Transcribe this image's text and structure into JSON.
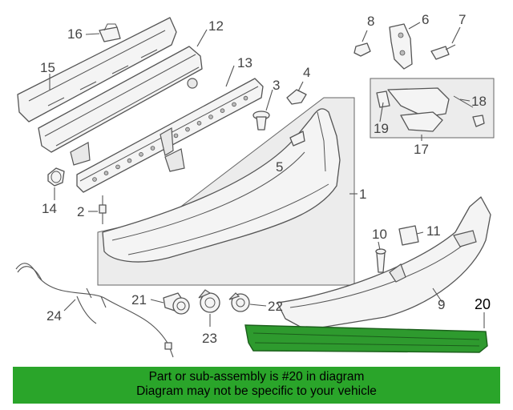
{
  "diagram": {
    "callouts": [
      {
        "id": "c1",
        "text": "1"
      },
      {
        "id": "c2",
        "text": "2"
      },
      {
        "id": "c3",
        "text": "3"
      },
      {
        "id": "c4",
        "text": "4"
      },
      {
        "id": "c5",
        "text": "5"
      },
      {
        "id": "c6",
        "text": "6"
      },
      {
        "id": "c7",
        "text": "7"
      },
      {
        "id": "c8",
        "text": "8"
      },
      {
        "id": "c9",
        "text": "9"
      },
      {
        "id": "c10",
        "text": "10"
      },
      {
        "id": "c11",
        "text": "11"
      },
      {
        "id": "c12",
        "text": "12"
      },
      {
        "id": "c13",
        "text": "13"
      },
      {
        "id": "c14",
        "text": "14"
      },
      {
        "id": "c15",
        "text": "15"
      },
      {
        "id": "c16",
        "text": "16"
      },
      {
        "id": "c17",
        "text": "17"
      },
      {
        "id": "c18",
        "text": "18"
      },
      {
        "id": "c19",
        "text": "19"
      },
      {
        "id": "c20",
        "text": "20"
      },
      {
        "id": "c21",
        "text": "21"
      },
      {
        "id": "c22",
        "text": "22"
      },
      {
        "id": "c23",
        "text": "23"
      },
      {
        "id": "c24",
        "text": "24"
      }
    ],
    "highlighted_part": "20",
    "highlight_color": "#2aa52a"
  },
  "banner": {
    "line1": "Part or sub-assembly is #20 in diagram",
    "line2": "Diagram may not be specific to your vehicle"
  }
}
